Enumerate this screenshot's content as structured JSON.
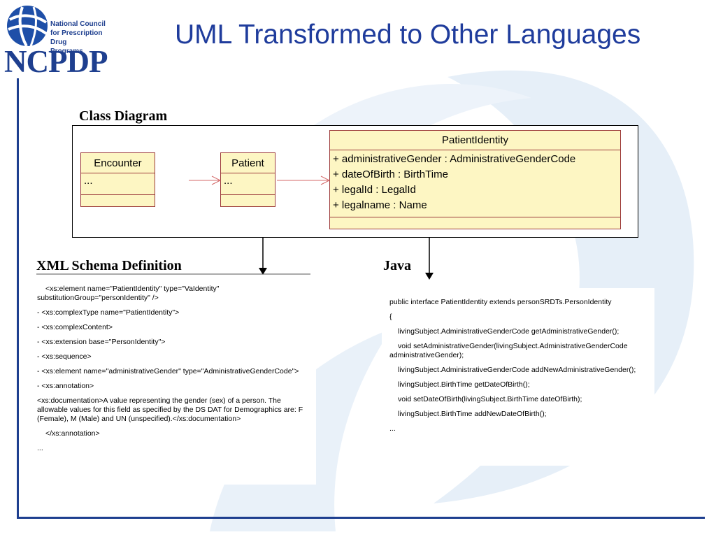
{
  "logo": {
    "line1": "National Council",
    "line2": "for Prescription Drug",
    "line3": "Programs",
    "acronym": "NCPDP"
  },
  "title": "UML Transformed to Other Languages",
  "class_diagram": {
    "heading": "Class Diagram",
    "classes": {
      "encounter": {
        "name": "Encounter",
        "attrs": [
          "..."
        ]
      },
      "patient": {
        "name": "Patient",
        "attrs": [
          "..."
        ]
      },
      "patient_identity": {
        "name": "PatientIdentity",
        "attrs": [
          "+ administrativeGender : AdministrativeGenderCode",
          "+ dateOfBirth : BirthTime",
          "+ legalId : LegalId",
          "+ legalname : Name"
        ]
      }
    }
  },
  "xml": {
    "heading": "XML Schema Definition",
    "lines": [
      "<xs:element name=\"PatientIdentity\" type=\"VaIdentity\" substitutionGroup=\"personIdentity\" />",
      "- <xs:complexType name=\"PatientIdentity\">",
      "- <xs:complexContent>",
      "- <xs:extension base=\"PersonIdentity\">",
      "- <xs:sequence>",
      "- <xs:element name=\"administrativeGender\" type=\"AdministrativeGenderCode\">",
      "- <xs:annotation>",
      "<xs:documentation>A value representing the gender (sex) of a person. The allowable values for this field as specified by the DS DAT for Demographics are: F (Female), M (Male) and UN (unspecified).</xs:documentation>",
      "</xs:annotation>",
      "..."
    ]
  },
  "java": {
    "heading": "Java",
    "lines": [
      "public interface PatientIdentity extends personSRDTs.PersonIdentity",
      "{",
      "livingSubject.AdministrativeGenderCode getAdministrativeGender();",
      "void setAdministrativeGender(livingSubject.AdministrativeGenderCode administrativeGender);",
      "livingSubject.AdministrativeGenderCode addNewAdministrativeGender();",
      "livingSubject.BirthTime getDateOfBirth();",
      "void setDateOfBirth(livingSubject.BirthTime dateOfBirth);",
      "livingSubject.BirthTime addNewDateOfBirth();",
      "..."
    ]
  },
  "colors": {
    "title_blue": "#1f3c9c",
    "accent_blue": "#1e3f8f",
    "class_fill": "#fdf6c3",
    "class_border": "#9c3a3a",
    "association_line": "#d46a6a",
    "background_swirl": "#e3eef7"
  }
}
